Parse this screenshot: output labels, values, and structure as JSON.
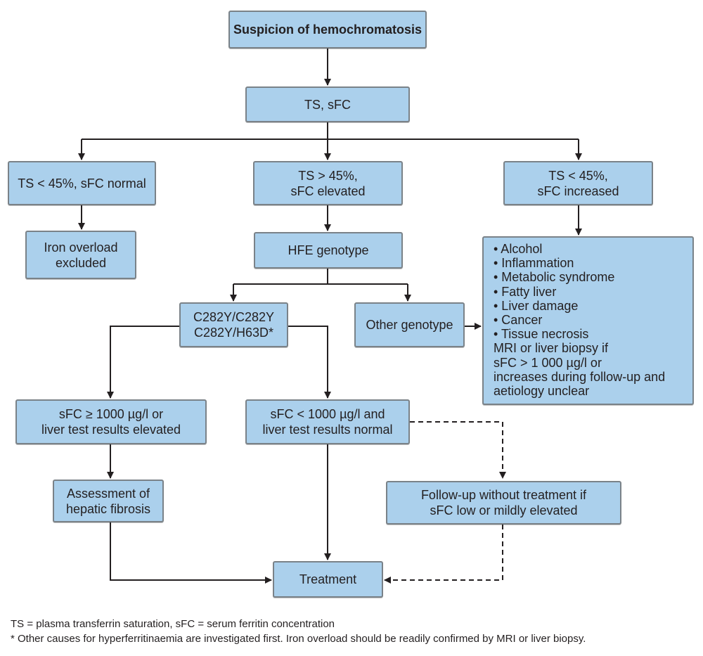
{
  "nodes": {
    "suspicion": "Suspicion of hemochromatosis",
    "ts_sfc": "TS, sFC",
    "ts_low_sfc_normal": "TS < 45%, sFC normal",
    "ts_high_sfc_elevated": [
      "TS > 45%,",
      "sFC elevated"
    ],
    "ts_low_sfc_increased": [
      "TS < 45%,",
      "sFC increased"
    ],
    "iron_overload_excluded": [
      "Iron overload",
      "excluded"
    ],
    "hfe_genotype": "HFE genotype",
    "c282y": [
      "C282Y/C282Y",
      "C282Y/H63D*"
    ],
    "other_genotype": "Other genotype",
    "causes_list": [
      "• Alcohol",
      "• Inflammation",
      "• Metabolic syndrome",
      "• Fatty liver",
      "• Liver damage",
      "• Cancer",
      "• Tissue necrosis",
      "MRI or liver biopsy if",
      "sFC > 1 000 µg/l or",
      "increases during follow-up and",
      "aetiology unclear"
    ],
    "sfc_high": [
      "sFC ≥ 1000 µg/l or",
      "liver test results elevated"
    ],
    "sfc_low": [
      "sFC < 1000 µg/l and",
      "liver test results normal"
    ],
    "assessment": [
      "Assessment of",
      "hepatic fibrosis"
    ],
    "followup": [
      "Follow-up without treatment if",
      "sFC low or mildly elevated"
    ],
    "treatment": "Treatment"
  },
  "footnotes": {
    "abbreviations": "TS = plasma transferrin saturation, sFC = serum ferritin concentration",
    "other_causes": "* Other causes for hyperferritinaemia are investigated first. Iron overload should be readily confirmed by MRI or liver biopsy."
  },
  "colors": {
    "box_fill": "#abd0ec",
    "box_border": "#7a8288",
    "line": "#231f20"
  }
}
